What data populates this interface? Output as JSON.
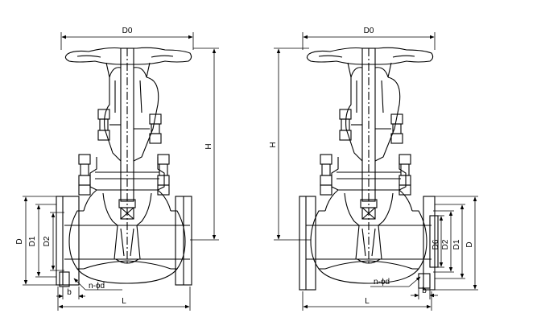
{
  "left_view": {
    "labels": {
      "d0": "D0",
      "h": "H",
      "d": "D",
      "d1": "D1",
      "d2": "D2",
      "l": "L",
      "b": "b",
      "bolts": "n-ϕd"
    }
  },
  "right_view": {
    "labels": {
      "d0": "D0",
      "h": "H",
      "d6": "D6",
      "d2": "D2",
      "d1": "D1",
      "d": "D",
      "l": "L",
      "b": "b",
      "bolts": "n-ϕd"
    }
  },
  "colors": {
    "line": "#000000",
    "background": "#ffffff"
  }
}
